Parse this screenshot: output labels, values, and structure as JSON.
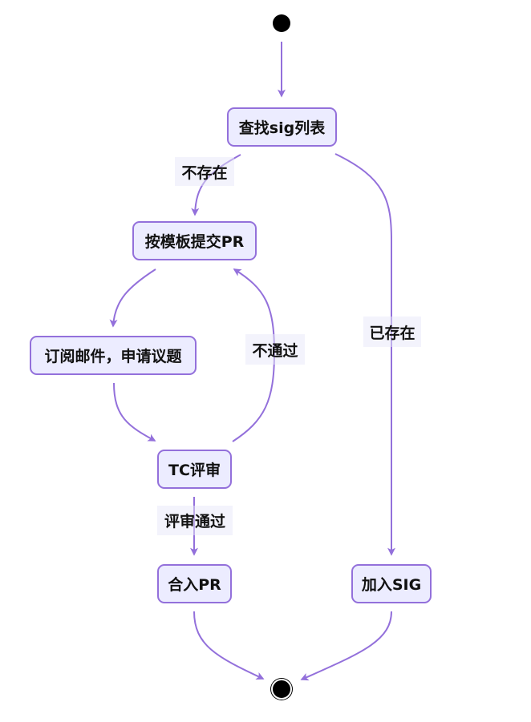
{
  "diagram": {
    "type": "state-diagram",
    "colors": {
      "node_fill": "#ECECFF",
      "node_border": "#9370DB",
      "edge": "#9370DB",
      "terminal": "#000000"
    },
    "nodes": {
      "find_sig": "查找sig列表",
      "submit_pr": "按模板提交PR",
      "subscribe": "订阅邮件，申请议题",
      "tc_review": "TC评审",
      "merge_pr": "合入PR",
      "join_sig": "加入SIG"
    },
    "edge_labels": {
      "not_exist": "不存在",
      "exists": "已存在",
      "rejected": "不通过",
      "approved": "评审通过"
    },
    "edges": [
      {
        "from": "start",
        "to": "find_sig",
        "label": ""
      },
      {
        "from": "find_sig",
        "to": "submit_pr",
        "label": "不存在"
      },
      {
        "from": "find_sig",
        "to": "join_sig",
        "label": "已存在"
      },
      {
        "from": "submit_pr",
        "to": "subscribe",
        "label": ""
      },
      {
        "from": "subscribe",
        "to": "tc_review",
        "label": ""
      },
      {
        "from": "tc_review",
        "to": "submit_pr",
        "label": "不通过"
      },
      {
        "from": "tc_review",
        "to": "merge_pr",
        "label": "评审通过"
      },
      {
        "from": "merge_pr",
        "to": "end",
        "label": ""
      },
      {
        "from": "join_sig",
        "to": "end",
        "label": ""
      }
    ]
  }
}
